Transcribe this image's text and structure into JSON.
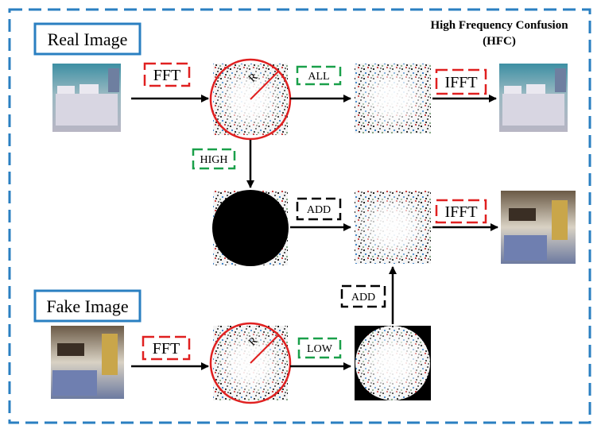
{
  "title": {
    "line1": "High Frequency Confusion",
    "line2": "(HFC)"
  },
  "labels": {
    "real_image": "Real Image",
    "fake_image": "Fake Image",
    "fft": "FFT",
    "ifft": "IFFT",
    "all": "ALL",
    "high": "HIGH",
    "low": "LOW",
    "add": "ADD",
    "radius": "R"
  },
  "colors": {
    "frame": "#2a7fc1",
    "fft_tag": "#e02020",
    "band_tag": "#1aa04a",
    "add_tag": "#000000",
    "circle": "#e02020"
  }
}
